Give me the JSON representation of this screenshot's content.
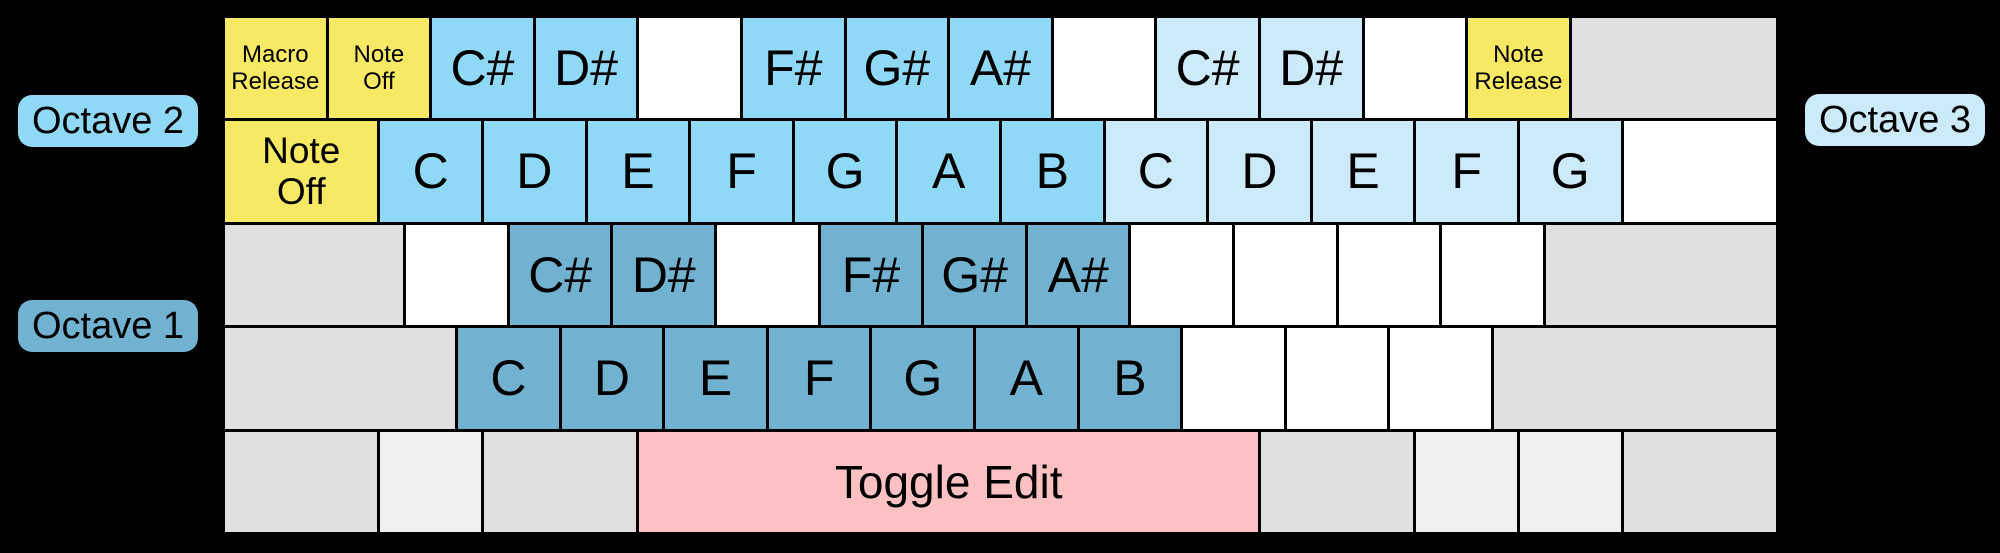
{
  "colors": {
    "yellow": "#f7e964",
    "oct1": "#70b2d0",
    "oct2": "#8fd8f6",
    "oct3": "#cdeafb",
    "pink": "#fcc2c3",
    "gray": "#dfdfdf",
    "gray_light": "#efefef",
    "white": "#ffffff",
    "background": "#000000"
  },
  "labels": {
    "octave1": {
      "text": "Octave 1"
    },
    "octave2": {
      "text": "Octave 2"
    },
    "octave3": {
      "text": "Octave 3"
    }
  },
  "keyboard": {
    "rows": [
      {
        "name": "row-number",
        "keys": [
          {
            "name": "key-macro-release",
            "label": "Macro\nRelease",
            "color": "yellow",
            "w": 1,
            "style": "small"
          },
          {
            "name": "key-note-off",
            "label": "Note\nOff",
            "color": "yellow",
            "w": 1,
            "style": "small"
          },
          {
            "name": "key-note-csharp-oct2",
            "label": "C#",
            "color": "oct2",
            "w": 1,
            "style": "note"
          },
          {
            "name": "key-note-dsharp-oct2",
            "label": "D#",
            "color": "oct2",
            "w": 1,
            "style": "note"
          },
          {
            "name": "key-blank",
            "label": "",
            "color": "white",
            "w": 1
          },
          {
            "name": "key-note-fsharp-oct2",
            "label": "F#",
            "color": "oct2",
            "w": 1,
            "style": "note"
          },
          {
            "name": "key-note-gsharp-oct2",
            "label": "G#",
            "color": "oct2",
            "w": 1,
            "style": "note"
          },
          {
            "name": "key-note-asharp-oct2",
            "label": "A#",
            "color": "oct2",
            "w": 1,
            "style": "note"
          },
          {
            "name": "key-blank",
            "label": "",
            "color": "white",
            "w": 1
          },
          {
            "name": "key-note-csharp-oct3",
            "label": "C#",
            "color": "oct3",
            "w": 1,
            "style": "note"
          },
          {
            "name": "key-note-dsharp-oct3",
            "label": "D#",
            "color": "oct3",
            "w": 1,
            "style": "note"
          },
          {
            "name": "key-blank",
            "label": "",
            "color": "white",
            "w": 1
          },
          {
            "name": "key-note-release",
            "label": "Note\nRelease",
            "color": "yellow",
            "w": 1,
            "style": "small"
          },
          {
            "name": "key-backspace",
            "label": "",
            "color": "gray",
            "w": 2
          }
        ]
      },
      {
        "name": "row-qwerty",
        "keys": [
          {
            "name": "key-note-off-tab",
            "label": "Note\nOff",
            "color": "yellow",
            "w": 1.5,
            "style": "medium"
          },
          {
            "name": "key-note-c-oct2",
            "label": "C",
            "color": "oct2",
            "w": 1,
            "style": "note"
          },
          {
            "name": "key-note-d-oct2",
            "label": "D",
            "color": "oct2",
            "w": 1,
            "style": "note"
          },
          {
            "name": "key-note-e-oct2",
            "label": "E",
            "color": "oct2",
            "w": 1,
            "style": "note"
          },
          {
            "name": "key-note-f-oct2",
            "label": "F",
            "color": "oct2",
            "w": 1,
            "style": "note"
          },
          {
            "name": "key-note-g-oct2",
            "label": "G",
            "color": "oct2",
            "w": 1,
            "style": "note"
          },
          {
            "name": "key-note-a-oct2",
            "label": "A",
            "color": "oct2",
            "w": 1,
            "style": "note"
          },
          {
            "name": "key-note-b-oct2",
            "label": "B",
            "color": "oct2",
            "w": 1,
            "style": "note"
          },
          {
            "name": "key-note-c-oct3",
            "label": "C",
            "color": "oct3",
            "w": 1,
            "style": "note"
          },
          {
            "name": "key-note-d-oct3",
            "label": "D",
            "color": "oct3",
            "w": 1,
            "style": "note"
          },
          {
            "name": "key-note-e-oct3",
            "label": "E",
            "color": "oct3",
            "w": 1,
            "style": "note"
          },
          {
            "name": "key-note-f-oct3",
            "label": "F",
            "color": "oct3",
            "w": 1,
            "style": "note"
          },
          {
            "name": "key-note-g-oct3",
            "label": "G",
            "color": "oct3",
            "w": 1,
            "style": "note"
          },
          {
            "name": "key-blank",
            "label": "",
            "color": "white",
            "w": 1.5
          }
        ]
      },
      {
        "name": "row-home",
        "keys": [
          {
            "name": "key-capslock",
            "label": "",
            "color": "gray",
            "w": 1.75
          },
          {
            "name": "key-blank",
            "label": "",
            "color": "white",
            "w": 1
          },
          {
            "name": "key-note-csharp-oct1",
            "label": "C#",
            "color": "oct1",
            "w": 1,
            "style": "note"
          },
          {
            "name": "key-note-dsharp-oct1",
            "label": "D#",
            "color": "oct1",
            "w": 1,
            "style": "note"
          },
          {
            "name": "key-blank",
            "label": "",
            "color": "white",
            "w": 1
          },
          {
            "name": "key-note-fsharp-oct1",
            "label": "F#",
            "color": "oct1",
            "w": 1,
            "style": "note"
          },
          {
            "name": "key-note-gsharp-oct1",
            "label": "G#",
            "color": "oct1",
            "w": 1,
            "style": "note"
          },
          {
            "name": "key-note-asharp-oct1",
            "label": "A#",
            "color": "oct1",
            "w": 1,
            "style": "note"
          },
          {
            "name": "key-blank",
            "label": "",
            "color": "white",
            "w": 1
          },
          {
            "name": "key-blank",
            "label": "",
            "color": "white",
            "w": 1
          },
          {
            "name": "key-blank",
            "label": "",
            "color": "white",
            "w": 1
          },
          {
            "name": "key-blank",
            "label": "",
            "color": "white",
            "w": 1
          },
          {
            "name": "key-enter",
            "label": "",
            "color": "gray",
            "w": 2.25
          }
        ]
      },
      {
        "name": "row-shift",
        "keys": [
          {
            "name": "key-shift-left",
            "label": "",
            "color": "gray",
            "w": 2.25
          },
          {
            "name": "key-note-c-oct1",
            "label": "C",
            "color": "oct1",
            "w": 1,
            "style": "note"
          },
          {
            "name": "key-note-d-oct1",
            "label": "D",
            "color": "oct1",
            "w": 1,
            "style": "note"
          },
          {
            "name": "key-note-e-oct1",
            "label": "E",
            "color": "oct1",
            "w": 1,
            "style": "note"
          },
          {
            "name": "key-note-f-oct1",
            "label": "F",
            "color": "oct1",
            "w": 1,
            "style": "note"
          },
          {
            "name": "key-note-g-oct1",
            "label": "G",
            "color": "oct1",
            "w": 1,
            "style": "note"
          },
          {
            "name": "key-note-a-oct1",
            "label": "A",
            "color": "oct1",
            "w": 1,
            "style": "note"
          },
          {
            "name": "key-note-b-oct1",
            "label": "B",
            "color": "oct1",
            "w": 1,
            "style": "note"
          },
          {
            "name": "key-blank",
            "label": "",
            "color": "white",
            "w": 1
          },
          {
            "name": "key-blank",
            "label": "",
            "color": "white",
            "w": 1
          },
          {
            "name": "key-blank",
            "label": "",
            "color": "white",
            "w": 1
          },
          {
            "name": "key-shift-right",
            "label": "",
            "color": "gray",
            "w": 2.75
          }
        ]
      },
      {
        "name": "row-bottom",
        "keys": [
          {
            "name": "key-ctrl-left",
            "label": "",
            "color": "gray",
            "w": 1.5
          },
          {
            "name": "key-win-left",
            "label": "",
            "color": "gray_light",
            "w": 1
          },
          {
            "name": "key-alt-left",
            "label": "",
            "color": "gray",
            "w": 1.5
          },
          {
            "name": "key-toggle-edit",
            "label": "Toggle Edit",
            "color": "pink",
            "w": 6,
            "style": "toggle"
          },
          {
            "name": "key-alt-right",
            "label": "",
            "color": "gray",
            "w": 1.5
          },
          {
            "name": "key-win-right",
            "label": "",
            "color": "gray_light",
            "w": 1
          },
          {
            "name": "key-menu",
            "label": "",
            "color": "gray_light",
            "w": 1
          },
          {
            "name": "key-ctrl-right",
            "label": "",
            "color": "gray",
            "w": 1.5
          }
        ]
      }
    ]
  }
}
